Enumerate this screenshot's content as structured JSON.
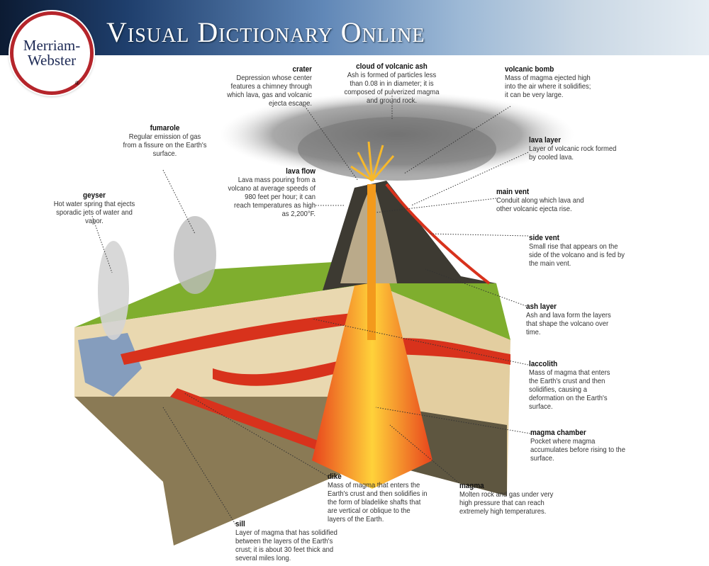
{
  "header": {
    "title": "Visual Dictionary Online",
    "logo_text": [
      "Merriam-",
      "Webster"
    ],
    "registered": "®"
  },
  "labels": {
    "crater": {
      "term": "crater",
      "desc": "Depression whose center features a chimney through which lava, gas and volcanic ejecta escape."
    },
    "cloud": {
      "term": "cloud of volcanic ash",
      "desc": "Ash is formed of particles less than 0.08 in in diameter; it is composed of pulverized magma and ground rock."
    },
    "bomb": {
      "term": "volcanic bomb",
      "desc": "Mass of magma ejected high into the air where it solidifies; it can be very large."
    },
    "fumarole": {
      "term": "fumarole",
      "desc": "Regular emission of gas from a fissure on the Earth's surface."
    },
    "lava_flow": {
      "term": "lava flow",
      "desc": "Lava mass pouring from a volcano at average speeds of 980 feet per hour; it can reach temperatures as high as 2,200°F."
    },
    "geyser": {
      "term": "geyser",
      "desc": "Hot water spring that ejects sporadic jets of water and vapor."
    },
    "lava_layer": {
      "term": "lava layer",
      "desc": "Layer of volcanic rock formed by cooled lava."
    },
    "main_vent": {
      "term": "main vent",
      "desc": "Conduit along which lava and other volcanic ejecta rise."
    },
    "side_vent": {
      "term": "side vent",
      "desc": "Small rise that appears on the side of the volcano and is fed by the main vent."
    },
    "ash_layer": {
      "term": "ash layer",
      "desc": "Ash and lava form the layers that shape the volcano over time."
    },
    "laccolith": {
      "term": "laccolith",
      "desc": "Mass of magma that enters the Earth's crust and then solidifies, causing a deformation on the Earth's surface."
    },
    "magma_chamber": {
      "term": "magma chamber",
      "desc": "Pocket where magma accumulates before rising to the surface."
    },
    "dike": {
      "term": "dike",
      "desc": "Mass of magma that enters the Earth's crust and then solidifies in the form of bladelike shafts that are vertical or oblique to the layers of the Earth."
    },
    "magma": {
      "term": "magma",
      "desc": "Molten rock and gas under very high pressure that can reach extremely high temperatures."
    },
    "sill": {
      "term": "sill",
      "desc": "Layer of magma that has solidified between the layers of the Earth's crust; it is about 30 feet thick and several miles long."
    }
  },
  "colors": {
    "logo_ring": "#b5252b",
    "magma": "#d8321c",
    "grass": "#7fae2e",
    "rock": "#e9d8b0"
  }
}
